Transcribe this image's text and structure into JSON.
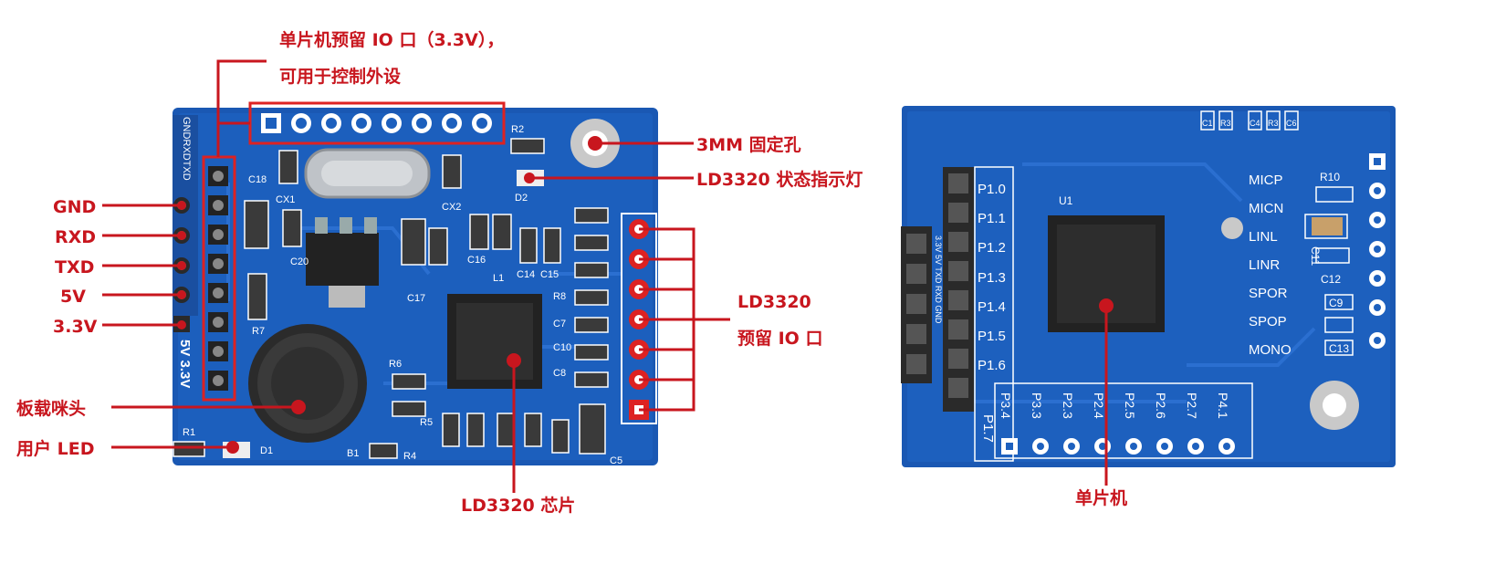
{
  "colors": {
    "accent": "#c8161e",
    "pcb": "#1c5bb5",
    "pcb_dark": "#154a99",
    "silkscreen": "#ffffff"
  },
  "left_labels": {
    "reserved_io_line1": "单片机预留 IO 口（3.3V），",
    "reserved_io_line2": "可用于控制外设",
    "gnd": "GND",
    "rxd": "RXD",
    "txd": "TXD",
    "v5": "5V",
    "v33": "3.3V",
    "mic": "板载咪头",
    "user_led": "用户 LED",
    "mount_hole": "3MM 固定孔",
    "status_led": "LD3320 状态指示灯",
    "ld_io_line1": "LD3320",
    "ld_io_line2": "预留 IO 口",
    "ld_chip": "LD3320 芯片"
  },
  "right_labels": {
    "mcu": "单片机"
  },
  "silkscreen_left": {
    "header_top": "GNDRXDTXD",
    "header_bottom": "5V 3.3V",
    "components": [
      "C18",
      "CX1",
      "CX2",
      "R2",
      "D2",
      "R1",
      "D1",
      "R4",
      "R5",
      "R6",
      "R7",
      "R8",
      "C16",
      "C17",
      "C20",
      "C7",
      "C8",
      "C10",
      "C5",
      "L1",
      "C14",
      "C15",
      "B1"
    ]
  },
  "silkscreen_right": {
    "p1_pins": [
      "P1.0",
      "P1.1",
      "P1.2",
      "P1.3",
      "P1.4",
      "P1.5",
      "P1.6",
      "P1.7"
    ],
    "bottom_pins": [
      "P3.4",
      "P3.3",
      "P2.3",
      "P2.4",
      "P2.5",
      "P2.6",
      "P2.7",
      "P4.1"
    ],
    "audio_pins": [
      "MICP",
      "MICN",
      "LINL",
      "LINR",
      "SPOR",
      "SPOP",
      "MONO"
    ],
    "components": [
      "R10",
      "C11",
      "C12",
      "C9",
      "C13",
      "U1"
    ],
    "top_components": [
      "C1",
      "R3",
      "C4",
      "R3",
      "C6"
    ],
    "header_text": "3.3V 5V TXD RXD GND"
  }
}
